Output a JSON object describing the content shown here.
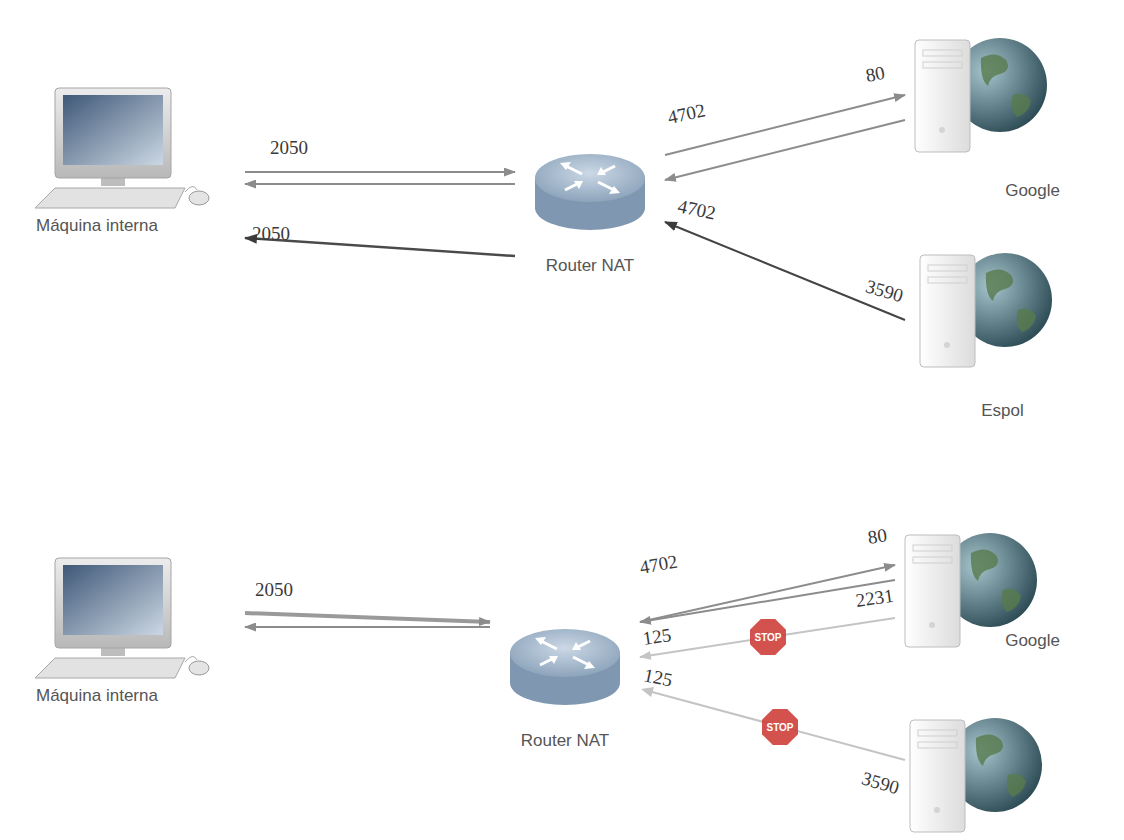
{
  "diagram": {
    "nodes": [
      {
        "text": [
          "Máquina interna"
        ]
      },
      {
        "text": [
          "Router NAT"
        ]
      },
      {
        "text": [
          "Google"
        ]
      },
      {
        "text": [
          "Espol"
        ]
      },
      {
        "text": [
          "Máquina interna"
        ]
      },
      {
        "text": [
          "Router NAT"
        ]
      },
      {
        "text": [
          "Google"
        ]
      }
    ],
    "edges": [
      {
        "from": 0,
        "to": 1,
        "arrow": "to"
      },
      {
        "from": 1,
        "to": 0,
        "arrow": "to"
      },
      {
        "from": 1,
        "to": 0,
        "arrow": "to"
      },
      {
        "from": 1,
        "to": 2,
        "arrow": "to"
      },
      {
        "from": 2,
        "to": 1,
        "arrow": "to"
      },
      {
        "from": 3,
        "to": 1,
        "arrow": "to"
      },
      {
        "from": 4,
        "to": 5,
        "arrow": "to"
      },
      {
        "from": 5,
        "to": 4,
        "arrow": "to"
      },
      {
        "from": 5,
        "to": 6,
        "arrow": "to"
      },
      {
        "from": 6,
        "to": 5,
        "arrow": "to"
      },
      {
        "from": 6,
        "to": 5,
        "arrow": "to"
      }
    ],
    "labels": [
      "2050",
      "4702",
      "80",
      "2050",
      "4702",
      "3590",
      "2050",
      "4702",
      "80",
      "2231",
      "125",
      "STOP",
      "125",
      "3590",
      "STOP"
    ]
  }
}
